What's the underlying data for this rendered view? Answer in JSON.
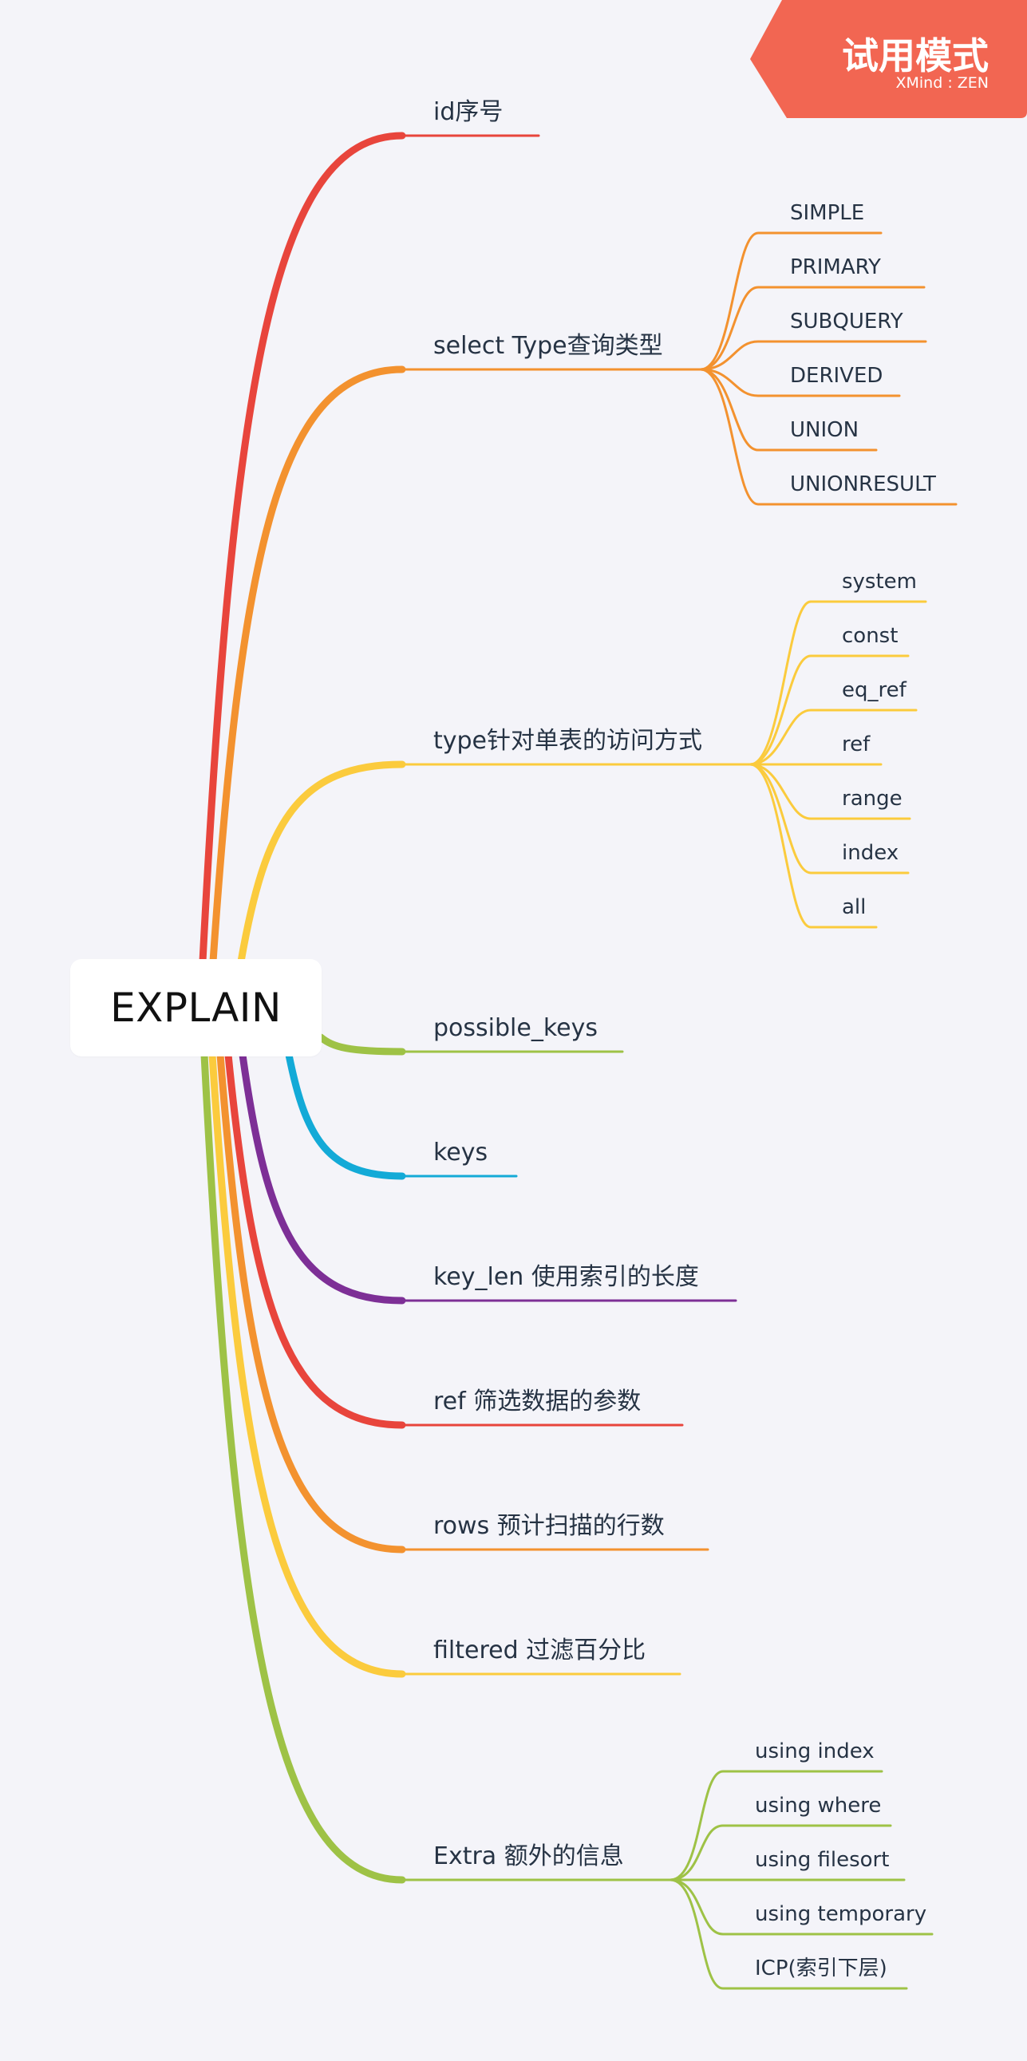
{
  "watermark": {
    "title": "试用模式",
    "brand": "XMind : ZEN"
  },
  "root": {
    "label": "EXPLAIN"
  },
  "branches": [
    {
      "label": "id序号",
      "color": "#e8453c",
      "children": []
    },
    {
      "label": "select Type查询类型",
      "color": "#f3922f",
      "children": [
        "SIMPLE",
        "PRIMARY",
        "SUBQUERY",
        "DERIVED",
        "UNION",
        "UNIONRESULT"
      ]
    },
    {
      "label": "type针对单表的访问方式",
      "color": "#fbcb3d",
      "children": [
        "system",
        "const",
        "eq_ref",
        "ref",
        "range",
        "index",
        "all"
      ]
    },
    {
      "label": "possible_keys",
      "color": "#9ec246",
      "children": []
    },
    {
      "label": "keys",
      "color": "#13aad7",
      "children": []
    },
    {
      "label": "key_len 使用索引的长度",
      "color": "#7d2f96",
      "children": []
    },
    {
      "label": "ref 筛选数据的参数",
      "color": "#e8453c",
      "children": []
    },
    {
      "label": "rows 预计扫描的行数",
      "color": "#f3922f",
      "children": []
    },
    {
      "label": "filtered 过滤百分比",
      "color": "#fbcb3d",
      "children": []
    },
    {
      "label": "Extra 额外的信息",
      "color": "#9ec246",
      "children": [
        "using index",
        "using where",
        "using  filesort",
        "using temporary",
        "ICP(索引下层)"
      ]
    }
  ]
}
